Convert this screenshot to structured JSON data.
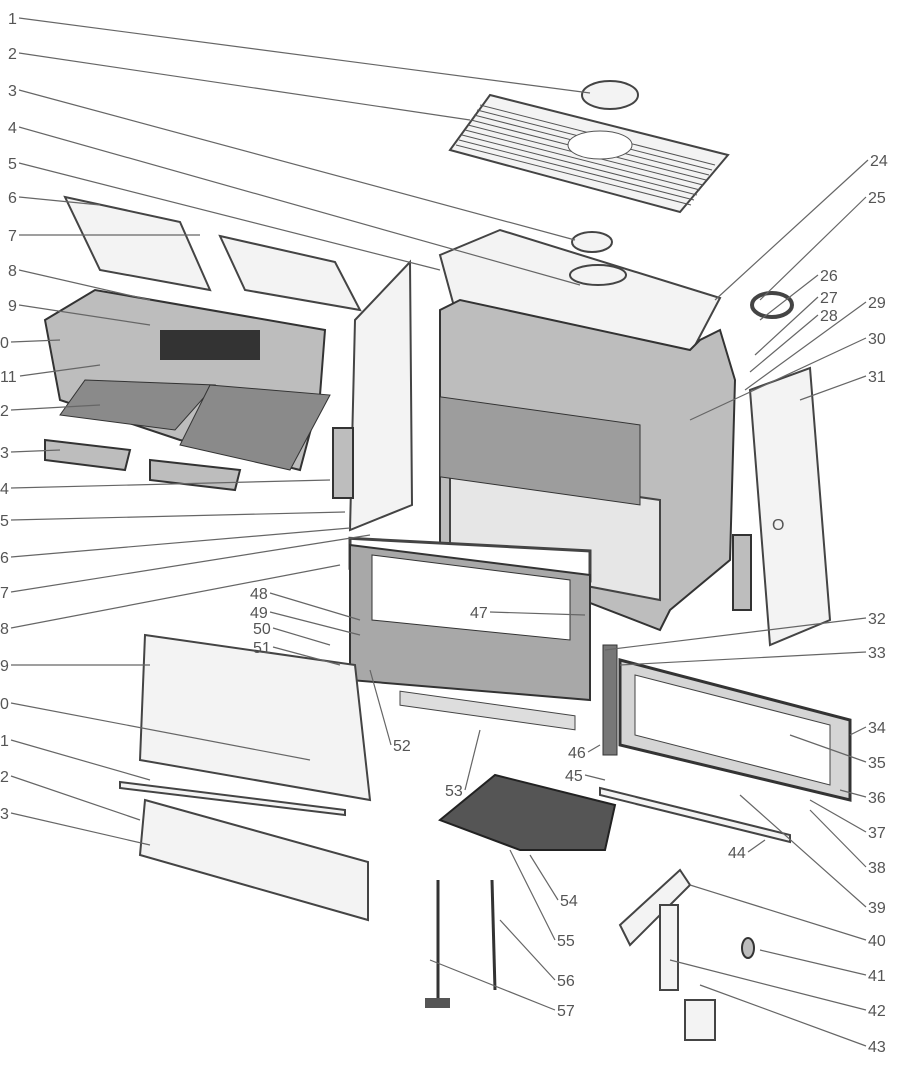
{
  "diagram": {
    "type": "exploded-parts-diagram",
    "subject": "stove",
    "left_labels": [
      "1",
      "2",
      "3",
      "4",
      "5",
      "6",
      "7",
      "8",
      "9",
      "0",
      "11",
      "2",
      "3",
      "4",
      "5",
      "6",
      "7",
      "8",
      "9",
      "0",
      "1",
      "2",
      "3"
    ],
    "right_labels": [
      "24",
      "25",
      "26",
      "27",
      "28",
      "29",
      "30",
      "31",
      "32",
      "33",
      "34",
      "35",
      "36",
      "37",
      "38",
      "39",
      "40",
      "41",
      "42",
      "43"
    ],
    "inner_labels": [
      "44",
      "45",
      "46",
      "47",
      "48",
      "49",
      "50",
      "51",
      "52",
      "53",
      "54",
      "55",
      "56",
      "57"
    ],
    "part_marking": "O"
  }
}
